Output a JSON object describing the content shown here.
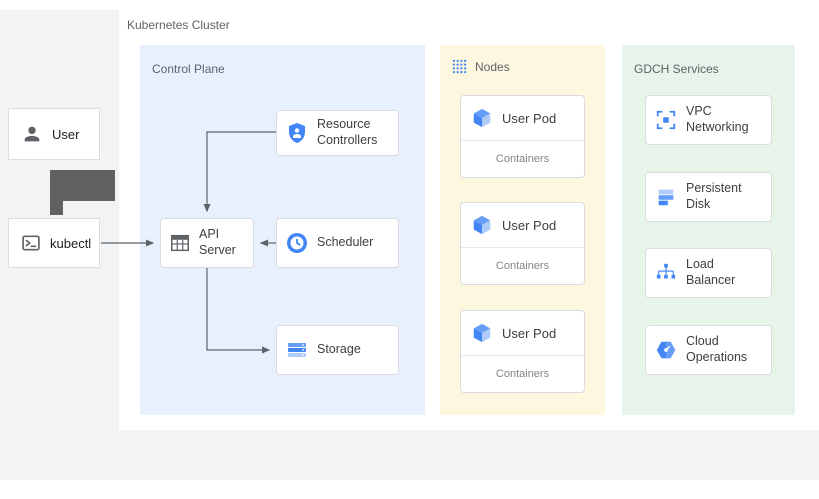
{
  "diagram": {
    "cluster_label": "Kubernetes Cluster",
    "actors": {
      "user": {
        "label": "User",
        "icon": "person-icon"
      },
      "kubectl": {
        "label": "kubectl",
        "icon": "terminal-icon"
      }
    },
    "control_plane": {
      "label": "Control Plane",
      "resource_controllers": "Resource Controllers",
      "api_server": "API Server",
      "scheduler": "Scheduler",
      "storage": "Storage"
    },
    "nodes": {
      "label": "Nodes",
      "icon": "nodes-grid-icon",
      "pods": [
        {
          "label": "User Pod",
          "sub": "Containers",
          "icon": "pod-cube-icon"
        },
        {
          "label": "User Pod",
          "sub": "Containers",
          "icon": "pod-cube-icon"
        },
        {
          "label": "User Pod",
          "sub": "Containers",
          "icon": "pod-cube-icon"
        }
      ]
    },
    "gdch": {
      "label": "GDCH Services",
      "services": [
        {
          "label": "VPC Networking",
          "icon": "vpc-networking-icon"
        },
        {
          "label": "Persistent Disk",
          "icon": "persistent-disk-icon"
        },
        {
          "label": "Load Balancer",
          "icon": "load-balancer-icon"
        },
        {
          "label": "Cloud Operations",
          "icon": "cloud-operations-icon"
        }
      ]
    },
    "arrows": [
      {
        "from": "user",
        "to": "kubectl"
      },
      {
        "from": "kubectl",
        "to": "api_server"
      },
      {
        "from": "resource_controllers",
        "to": "api_server"
      },
      {
        "from": "scheduler",
        "to": "api_server"
      },
      {
        "from": "api_server",
        "to": "storage"
      }
    ],
    "colors": {
      "control_plane_bg": "#e8f0fe",
      "nodes_bg": "#fef7e0",
      "gdch_bg": "#e6f4ea",
      "card_border": "#dadce0",
      "accent_blue": "#4285f4",
      "accent_blue_mid": "#669df6",
      "accent_blue_light": "#aecbfa",
      "label_gray": "#5f6368",
      "canvas_gray": "#f1f3f4"
    }
  }
}
